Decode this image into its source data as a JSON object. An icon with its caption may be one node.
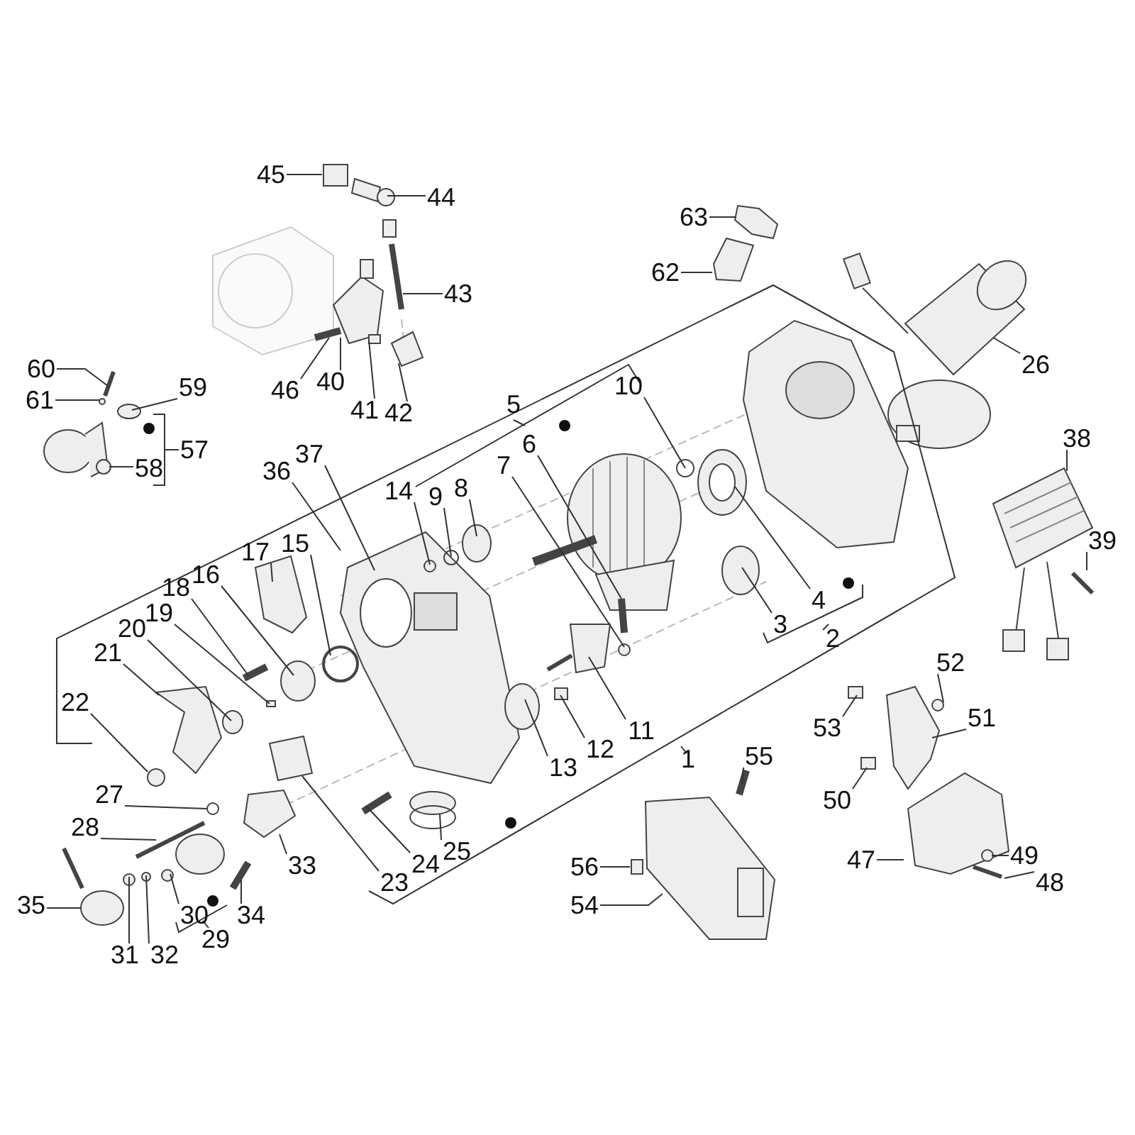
{
  "diagram": {
    "nodes": [
      {
        "text": [
          "1"
        ]
      },
      {
        "text": [
          "2"
        ]
      },
      {
        "text": [
          "3"
        ]
      },
      {
        "text": [
          "4"
        ]
      },
      {
        "text": [
          "5"
        ]
      },
      {
        "text": [
          "6"
        ]
      },
      {
        "text": [
          "7"
        ]
      },
      {
        "text": [
          "8"
        ]
      },
      {
        "text": [
          "9"
        ]
      },
      {
        "text": [
          "10"
        ]
      },
      {
        "text": [
          "11"
        ]
      },
      {
        "text": [
          "12"
        ]
      },
      {
        "text": [
          "13"
        ]
      },
      {
        "text": [
          "14"
        ]
      },
      {
        "text": [
          "15"
        ]
      },
      {
        "text": [
          "16"
        ]
      },
      {
        "text": [
          "17"
        ]
      },
      {
        "text": [
          "18"
        ]
      },
      {
        "text": [
          "19"
        ]
      },
      {
        "text": [
          "20"
        ]
      },
      {
        "text": [
          "21"
        ]
      },
      {
        "text": [
          "22"
        ]
      },
      {
        "text": [
          "23"
        ]
      },
      {
        "text": [
          "24"
        ]
      },
      {
        "text": [
          "25"
        ]
      },
      {
        "text": [
          "26"
        ]
      },
      {
        "text": [
          "27"
        ]
      },
      {
        "text": [
          "28"
        ]
      },
      {
        "text": [
          "29"
        ]
      },
      {
        "text": [
          "30"
        ]
      },
      {
        "text": [
          "31"
        ]
      },
      {
        "text": [
          "32"
        ]
      },
      {
        "text": [
          "33"
        ]
      },
      {
        "text": [
          "34"
        ]
      },
      {
        "text": [
          "35"
        ]
      },
      {
        "text": [
          "36"
        ]
      },
      {
        "text": [
          "37"
        ]
      },
      {
        "text": [
          "38"
        ]
      },
      {
        "text": [
          "39"
        ]
      },
      {
        "text": [
          "40"
        ]
      },
      {
        "text": [
          "41"
        ]
      },
      {
        "text": [
          "42"
        ]
      },
      {
        "text": [
          "43"
        ]
      },
      {
        "text": [
          "44"
        ]
      },
      {
        "text": [
          "45"
        ]
      },
      {
        "text": [
          "46"
        ]
      },
      {
        "text": [
          "47"
        ]
      },
      {
        "text": [
          "48"
        ]
      },
      {
        "text": [
          "49"
        ]
      },
      {
        "text": [
          "50"
        ]
      },
      {
        "text": [
          "51"
        ]
      },
      {
        "text": [
          "52"
        ]
      },
      {
        "text": [
          "53"
        ]
      },
      {
        "text": [
          "54"
        ]
      },
      {
        "text": [
          "55"
        ]
      },
      {
        "text": [
          "56"
        ]
      },
      {
        "text": [
          "57"
        ]
      },
      {
        "text": [
          "58"
        ]
      },
      {
        "text": [
          "59"
        ]
      },
      {
        "text": [
          "60"
        ]
      },
      {
        "text": [
          "61"
        ]
      },
      {
        "text": [
          "62"
        ]
      },
      {
        "text": [
          "63"
        ]
      },
      {
        "text": [],
        "shape": "circle"
      },
      {
        "text": [],
        "shape": "picture"
      },
      {
        "text": [],
        "shape": "picture"
      },
      {
        "text": [],
        "shape": "circle"
      },
      {
        "text": [],
        "shape": "box"
      }
    ],
    "edges": [
      {
        "from": 2,
        "to": null,
        "arrow": "none"
      },
      {
        "from": 3,
        "to": null,
        "arrow": "none"
      },
      {
        "from": 5,
        "to": null,
        "arrow": "none"
      },
      {
        "from": 6,
        "to": null,
        "arrow": "none"
      },
      {
        "from": 7,
        "to": null,
        "arrow": "none"
      },
      {
        "from": 8,
        "to": null,
        "arrow": "none"
      },
      {
        "from": 9,
        "to": null,
        "arrow": "none"
      },
      {
        "from": 10,
        "to": null,
        "arrow": "none"
      },
      {
        "from": 11,
        "to": null,
        "arrow": "none"
      },
      {
        "from": 12,
        "to": null,
        "arrow": "none"
      },
      {
        "from": 13,
        "to": null,
        "arrow": "none"
      },
      {
        "from": 14,
        "to": null,
        "arrow": "none"
      },
      {
        "from": 15,
        "to": null,
        "arrow": "none"
      },
      {
        "from": 16,
        "to": null,
        "arrow": "none"
      },
      {
        "from": 17,
        "to": null,
        "arrow": "none"
      },
      {
        "from": 18,
        "to": null,
        "arrow": "none"
      },
      {
        "from": 19,
        "to": null,
        "arrow": "none"
      },
      {
        "from": 20,
        "to": null,
        "arrow": "none"
      },
      {
        "from": 21,
        "to": 63,
        "arrow": "none"
      },
      {
        "from": 22,
        "to": null,
        "arrow": "none"
      },
      {
        "from": 23,
        "to": null,
        "arrow": "none"
      },
      {
        "from": 24,
        "to": null,
        "arrow": "none"
      },
      {
        "from": 25,
        "to": null,
        "arrow": "none"
      },
      {
        "from": 26,
        "to": null,
        "arrow": "none"
      },
      {
        "from": 27,
        "to": null,
        "arrow": "none"
      },
      {
        "from": 29,
        "to": null,
        "arrow": "none"
      },
      {
        "from": 30,
        "to": null,
        "arrow": "none"
      },
      {
        "from": 31,
        "to": null,
        "arrow": "none"
      },
      {
        "from": 32,
        "to": null,
        "arrow": "none"
      },
      {
        "from": 33,
        "to": null,
        "arrow": "none"
      },
      {
        "from": 34,
        "to": null,
        "arrow": "none"
      },
      {
        "from": 35,
        "to": null,
        "arrow": "none"
      },
      {
        "from": 36,
        "to": null,
        "arrow": "none"
      },
      {
        "from": 37,
        "to": null,
        "arrow": "none"
      },
      {
        "from": 38,
        "to": null,
        "arrow": "none"
      },
      {
        "from": 39,
        "to": null,
        "arrow": "none"
      },
      {
        "from": 40,
        "to": 67,
        "arrow": "none"
      },
      {
        "from": 41,
        "to": 64,
        "arrow": "none"
      },
      {
        "from": 42,
        "to": null,
        "arrow": "none"
      },
      {
        "from": 43,
        "to": null,
        "arrow": "none"
      },
      {
        "from": 44,
        "to": null,
        "arrow": "none"
      },
      {
        "from": 45,
        "to": null,
        "arrow": "none"
      },
      {
        "from": 46,
        "to": null,
        "arrow": "none"
      },
      {
        "from": 47,
        "to": 65,
        "arrow": "none"
      },
      {
        "from": 48,
        "to": null,
        "arrow": "none"
      },
      {
        "from": 49,
        "to": null,
        "arrow": "none"
      },
      {
        "from": 50,
        "to": null,
        "arrow": "none"
      },
      {
        "from": 51,
        "to": 66,
        "arrow": "none"
      },
      {
        "from": 52,
        "to": null,
        "arrow": "none"
      },
      {
        "from": 53,
        "to": null,
        "arrow": "none"
      },
      {
        "from": 54,
        "to": null,
        "arrow": "none"
      },
      {
        "from": 55,
        "to": null,
        "arrow": "none"
      },
      {
        "from": 57,
        "to": null,
        "arrow": "none"
      },
      {
        "from": 58,
        "to": null,
        "arrow": "none"
      },
      {
        "from": 59,
        "to": null,
        "arrow": "none"
      },
      {
        "from": 60,
        "to": null,
        "arrow": "none"
      },
      {
        "from": 61,
        "to": null,
        "arrow": "none"
      },
      {
        "from": 62,
        "to": null,
        "arrow": "none"
      }
    ]
  }
}
